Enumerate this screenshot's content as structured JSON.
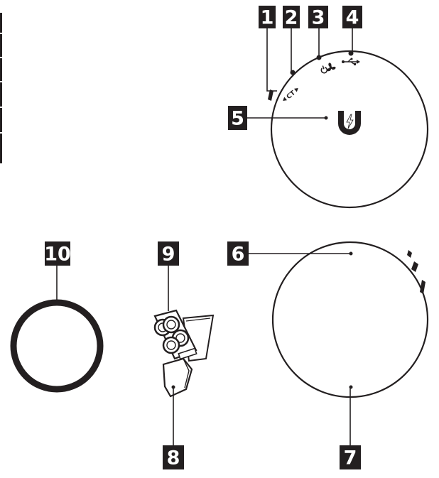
{
  "callouts": [
    {
      "id": 1,
      "label": "1"
    },
    {
      "id": 2,
      "label": "2"
    },
    {
      "id": 3,
      "label": "3"
    },
    {
      "id": 4,
      "label": "4"
    },
    {
      "id": 5,
      "label": "5"
    },
    {
      "id": 6,
      "label": "6"
    },
    {
      "id": 7,
      "label": "7"
    },
    {
      "id": 8,
      "label": "8"
    },
    {
      "id": 9,
      "label": "9"
    },
    {
      "id": 10,
      "label": "10"
    }
  ],
  "device_labels": {
    "ct_label": "CT"
  },
  "icons": {
    "power_mode": "power-and-fan-icon",
    "usb": "usb-icon",
    "magnetic": "magnetic-u-icon"
  },
  "colors": {
    "ink": "#231f20",
    "background": "#ffffff"
  }
}
